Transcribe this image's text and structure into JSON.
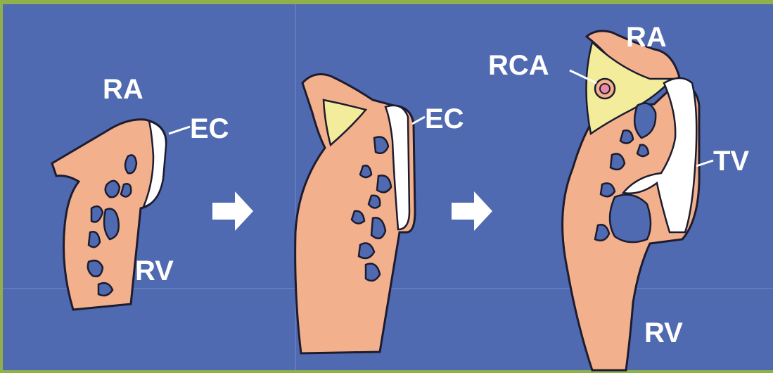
{
  "labels": {
    "panel1_ra": "RA",
    "panel1_ec": "EC",
    "panel1_rv": "RV",
    "panel2_ec": "EC",
    "panel3_rca": "RCA",
    "panel3_ra": "RA",
    "panel3_tv": "TV",
    "panel3_rv": "RV"
  },
  "colors": {
    "background": "#4f6ab0",
    "myocardium": "#f3b08c",
    "fat": "#f3ec9a",
    "valve": "#ffffff",
    "outline": "#1c1c30"
  }
}
